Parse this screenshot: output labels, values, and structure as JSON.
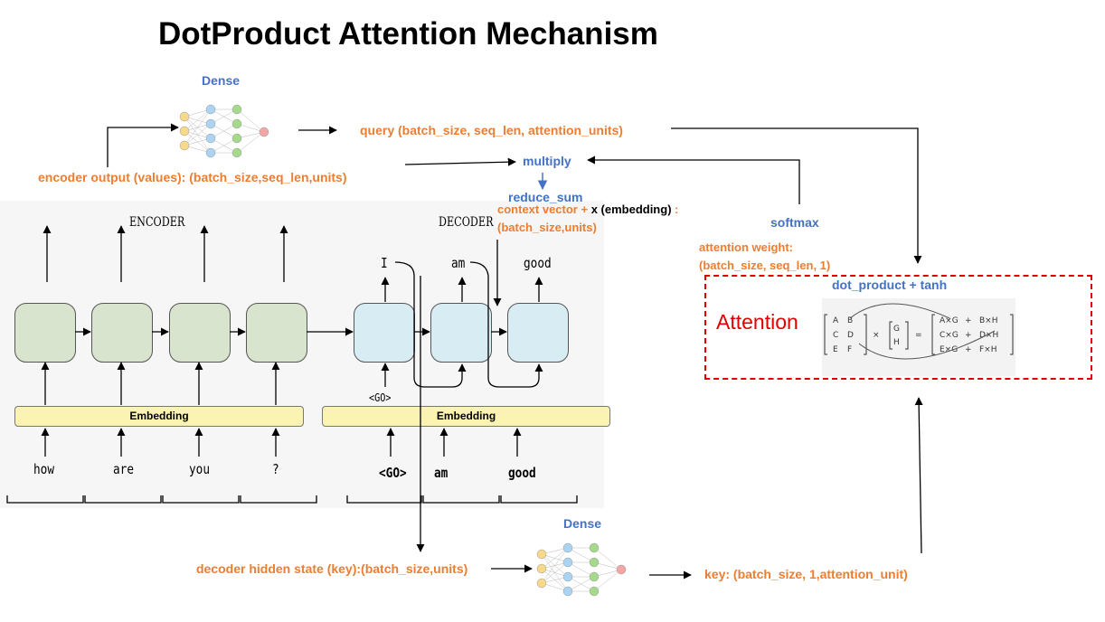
{
  "title": "DotProduct Attention Mechanism",
  "dense_top": "Dense",
  "dense_bottom": "Dense",
  "query": "query (batch_size, seq_len, attention_units)",
  "encoder_output": "encoder output (values):   (batch_size,seq_len,units)",
  "multiply": "multiply",
  "reduce_sum": "reduce_sum",
  "context_a": "context vector + ",
  "context_b": "x  (embedding) ",
  "context_c": ":",
  "context_shape": "(batch_size,units)",
  "softmax": "softmax",
  "attention_weight": "attention weight:",
  "attention_weight_shape": "(batch_size, seq_len, 1)",
  "dot_product": "dot_product + tanh",
  "attention_label": "Attention",
  "decoder_hidden": "decoder hidden state (key):(batch_size,units)",
  "key": "key:  (batch_size, 1,attention_unit)",
  "encoder_title": "ENCODER",
  "decoder_title": "DECODER",
  "embedding_label": "Embedding",
  "encoder_inputs": [
    "how",
    "are",
    "you",
    "?"
  ],
  "decoder_inputs": [
    "<GO>",
    "am",
    "good"
  ],
  "decoder_outputs": [
    "I",
    "am",
    "good"
  ],
  "go_token": "<GO>",
  "matrix": {
    "left": [
      "A",
      "B",
      "C",
      "D",
      "E",
      "F"
    ],
    "mid": [
      "G",
      "H"
    ],
    "ops": [
      "×",
      "="
    ],
    "right": [
      "A×G",
      "+",
      "B×H",
      "C×G",
      "+",
      "D×H",
      "E×G",
      "+",
      "F×H"
    ]
  },
  "colors": {
    "blue": "#4472c4",
    "orange": "#ed7d31",
    "red": "#e00000",
    "encoder_cell": "#d9e4cf",
    "decoder_cell": "#d8ecf4",
    "embedding": "#fbf3b2"
  }
}
